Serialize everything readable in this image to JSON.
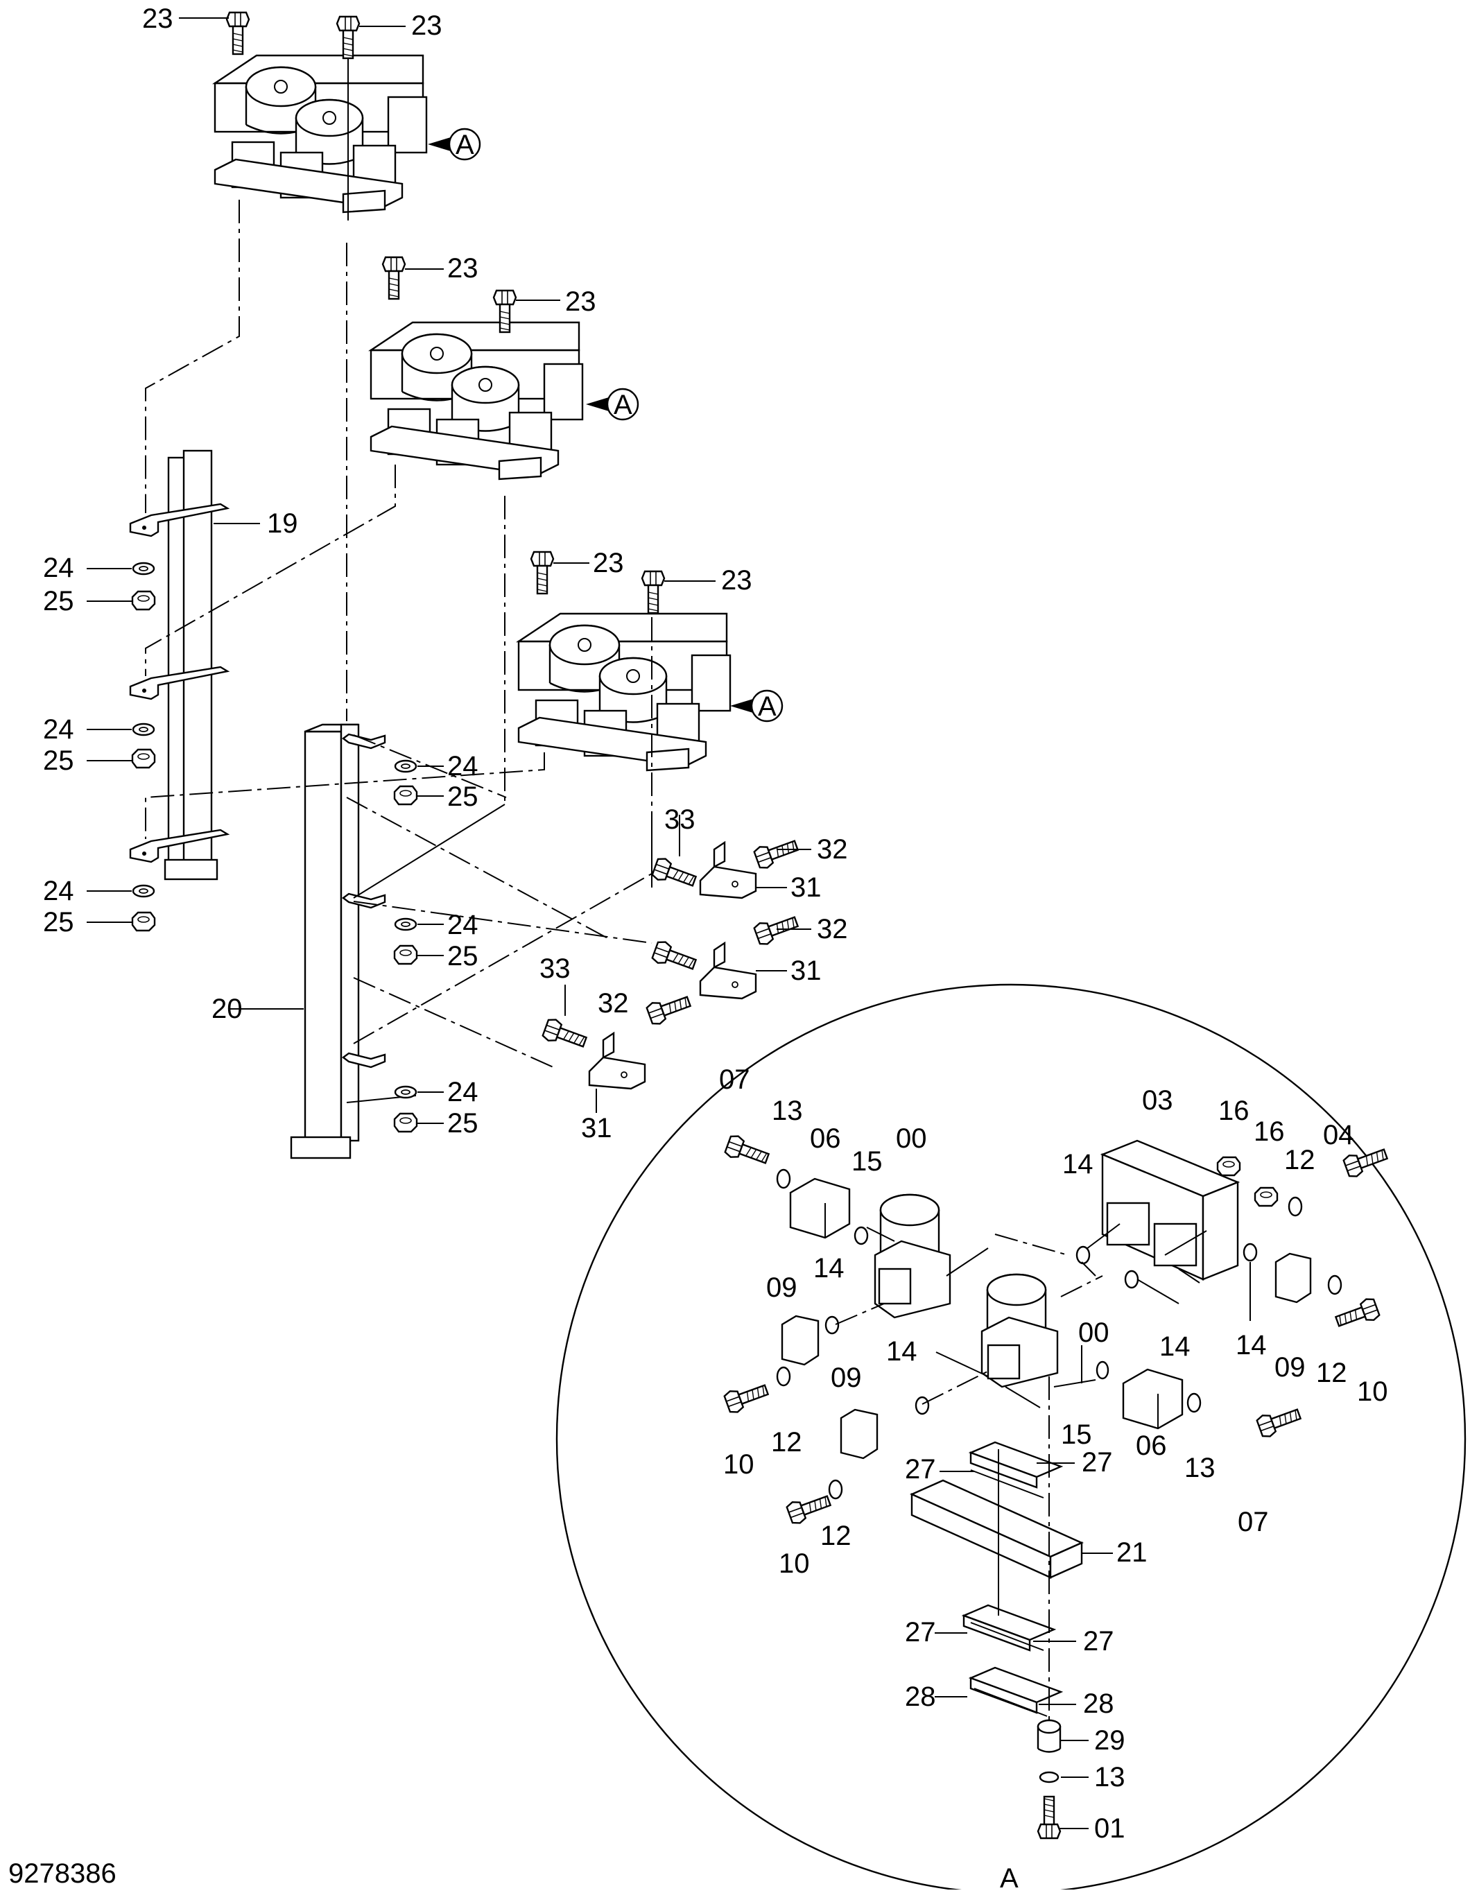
{
  "drawing_number": "9278386",
  "view_label": "A",
  "callout_letter": "A",
  "labels": {
    "n00": "00",
    "n01": "01",
    "n03": "03",
    "n04": "04",
    "n06": "06",
    "n07": "07",
    "n09": "09",
    "n10": "10",
    "n12": "12",
    "n13": "13",
    "n14": "14",
    "n15": "15",
    "n16": "16",
    "n19": "19",
    "n20": "20",
    "n21": "21",
    "n23": "23",
    "n24": "24",
    "n25": "25",
    "n27": "27",
    "n28": "28",
    "n29": "29",
    "n31": "31",
    "n32": "32",
    "n33": "33"
  }
}
